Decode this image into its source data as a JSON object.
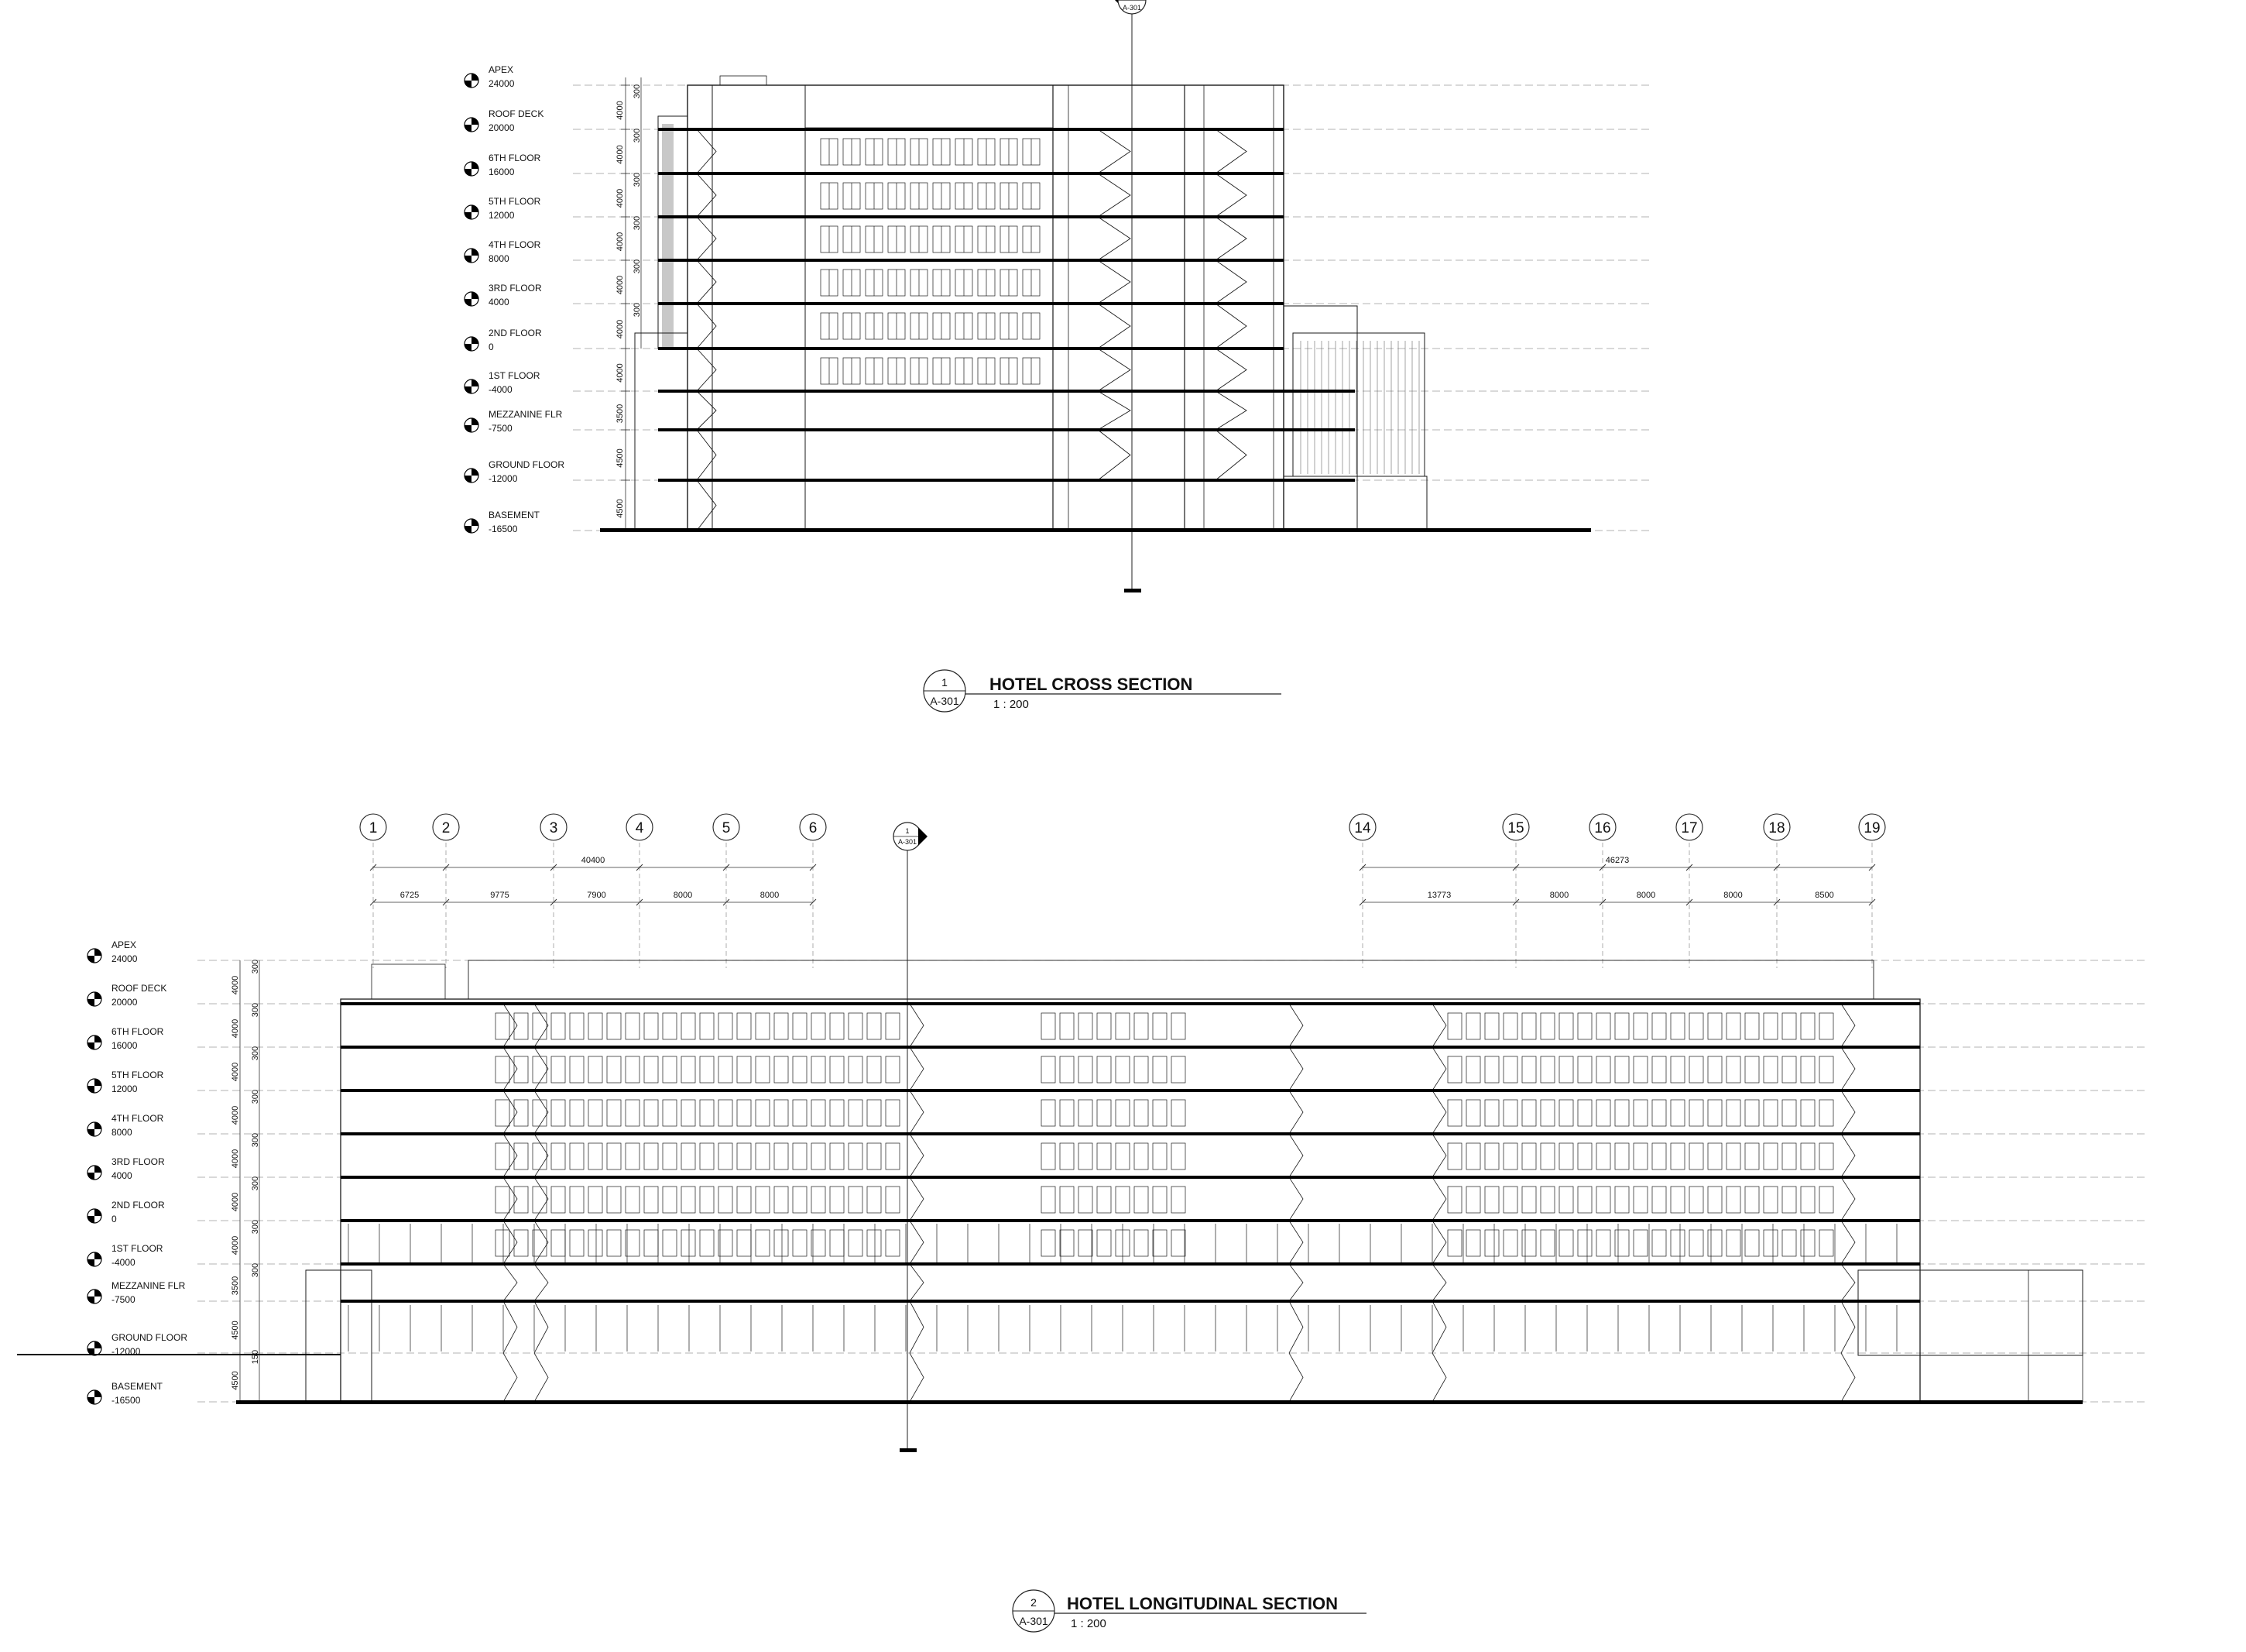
{
  "cross_section": {
    "ref": {
      "number": "1",
      "sheet": "A-301"
    },
    "title": "HOTEL CROSS SECTION",
    "scale": "1 : 200",
    "section_mark_sheet": "A-301",
    "levels": [
      {
        "name": "APEX",
        "elev": "24000"
      },
      {
        "name": "ROOF DECK",
        "elev": "20000"
      },
      {
        "name": "6TH FLOOR",
        "elev": "16000"
      },
      {
        "name": "5TH FLOOR",
        "elev": "12000"
      },
      {
        "name": "4TH FLOOR",
        "elev": "8000"
      },
      {
        "name": "3RD FLOOR",
        "elev": "4000"
      },
      {
        "name": "2ND FLOOR",
        "elev": "0"
      },
      {
        "name": "1ST FLOOR",
        "elev": "-4000"
      },
      {
        "name": "MEZZANINE FLR",
        "elev": "-7500"
      },
      {
        "name": "GROUND FLOOR",
        "elev": "-12000"
      },
      {
        "name": "BASEMENT",
        "elev": "-16500"
      }
    ],
    "storey_dims": [
      "4000",
      "4000",
      "4000",
      "4000",
      "4000",
      "4000",
      "4000",
      "3500",
      "4500",
      "4500"
    ],
    "slab_dims": [
      "300",
      "300",
      "300",
      "300",
      "300",
      "300"
    ]
  },
  "long_section": {
    "ref": {
      "number": "2",
      "sheet": "A-301"
    },
    "title": "HOTEL LONGITUDINAL SECTION",
    "scale": "1 : 200",
    "section_mark": {
      "number": "1",
      "sheet": "A-301"
    },
    "grid_left": [
      "1",
      "2",
      "3",
      "4",
      "5",
      "6"
    ],
    "grid_right": [
      "14",
      "15",
      "16",
      "17",
      "18",
      "19"
    ],
    "overall_left": "40400",
    "overall_right": "46273",
    "bays_left": [
      "6725",
      "9775",
      "7900",
      "8000",
      "8000"
    ],
    "bays_right": [
      "13773",
      "8000",
      "8000",
      "8000",
      "8500"
    ],
    "levels": [
      {
        "name": "APEX",
        "elev": "24000"
      },
      {
        "name": "ROOF DECK",
        "elev": "20000"
      },
      {
        "name": "6TH FLOOR",
        "elev": "16000"
      },
      {
        "name": "5TH FLOOR",
        "elev": "12000"
      },
      {
        "name": "4TH FLOOR",
        "elev": "8000"
      },
      {
        "name": "3RD FLOOR",
        "elev": "4000"
      },
      {
        "name": "2ND FLOOR",
        "elev": "0"
      },
      {
        "name": "1ST FLOOR",
        "elev": "-4000"
      },
      {
        "name": "MEZZANINE FLR",
        "elev": "-7500"
      },
      {
        "name": "GROUND FLOOR",
        "elev": "-12000"
      },
      {
        "name": "BASEMENT",
        "elev": "-16500"
      }
    ],
    "storey_dims": [
      "4000",
      "4000",
      "4000",
      "4000",
      "4000",
      "4000",
      "4000",
      "3500",
      "4500",
      "4500"
    ],
    "slab_dims": [
      "300",
      "300",
      "300",
      "300",
      "300",
      "300",
      "300",
      "300"
    ],
    "ground_dim": "150"
  },
  "colors": {
    "line": "#1a1a1a",
    "thin": "#555555",
    "dash": "#9a9a9a",
    "slab": "#000000"
  }
}
